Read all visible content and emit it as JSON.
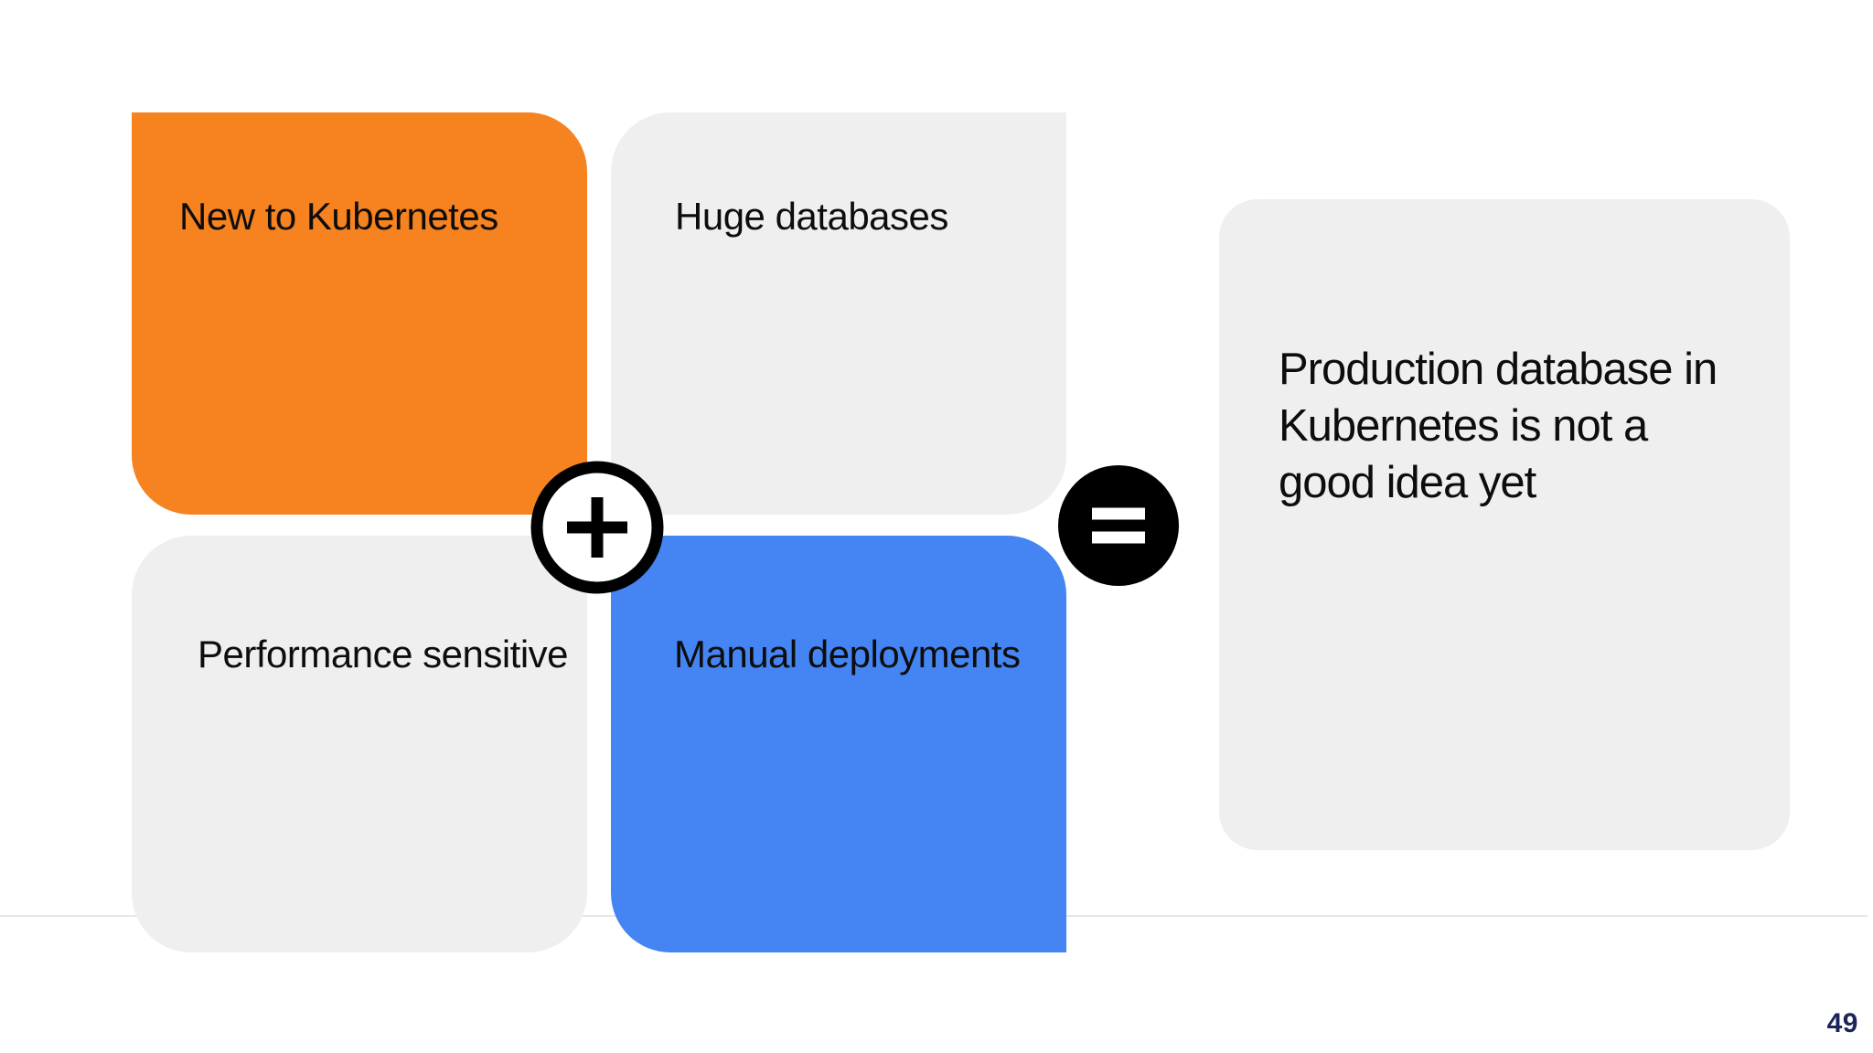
{
  "page_number": "49",
  "cards": [
    {
      "id": "new-to-kubernetes",
      "label": "New to Kubernetes"
    },
    {
      "id": "huge-databases",
      "label": "Huge databases"
    },
    {
      "id": "performance-sensitive",
      "label": "Performance sensitive"
    },
    {
      "id": "manual-deployments",
      "label": "Manual deployments"
    }
  ],
  "operators": {
    "plus": "+",
    "equals": "="
  },
  "result": {
    "lines": [
      "Production database in",
      "Kubernetes is not a",
      "good idea yet"
    ]
  },
  "colors": {
    "background": "#FFFFFF",
    "card_orange": "#F68220",
    "card_blue": "#4484F3",
    "card_gray": "#EFEFEF",
    "result_gray": "#EFEFEF",
    "icon_black": "#000000",
    "text_black": "#0D0D0D",
    "page_number_navy": "#1B2559",
    "divider_gray": "#E6E6E6"
  }
}
